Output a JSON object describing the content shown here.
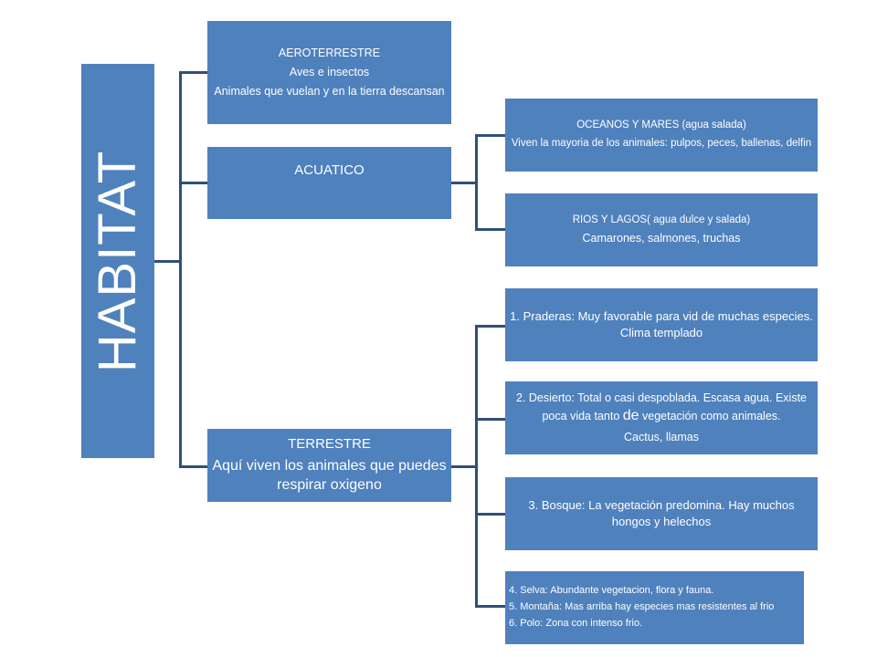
{
  "root": {
    "label": "HABITAT"
  },
  "categories": {
    "aeroterrestre": {
      "title": "AEROTERRESTRE",
      "line1": "Aves e insectos",
      "line2": "Animales que vuelan y en la tierra descansan"
    },
    "acuatico": {
      "title": "ACUATICO"
    },
    "terrestre": {
      "title": "TERRESTRE",
      "desc": "Aquí viven los animales que puedes respirar oxigeno"
    }
  },
  "acuatico_children": {
    "oceanos": {
      "title": "OCEANOS Y MARES (agua salada)",
      "desc": "Viven la mayoria de los animales: pulpos, peces, ballenas, delfin"
    },
    "rios": {
      "title": "RIOS Y LAGOS( agua dulce y salada)",
      "desc": "Camarones, salmones, truchas"
    }
  },
  "terrestre_children": {
    "praderas": {
      "text": "1. Praderas: Muy favorable para vid de muchas especies. Clima templado"
    },
    "desierto": {
      "text_a": "2. Desierto: Total o casi despoblada. Escasa agua. Existe poca vida tanto ",
      "text_de": "de",
      "text_b": " vegetación como animales.",
      "line2": "Cactus, llamas"
    },
    "bosque": {
      "text": "3. Bosque: La vegetación predomina. Hay muchos hongos y helechos"
    },
    "otros": {
      "selva": "4. Selva: Abundante vegetacion, flora y fauna.",
      "montana": "5. Montaña: Mas arriba hay especies mas resistentes al frio",
      "polo": "6. Polo: Zona con intenso frio."
    }
  }
}
